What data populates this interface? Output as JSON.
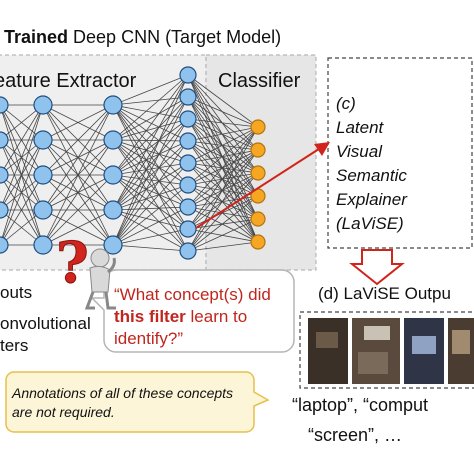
{
  "title": {
    "prefix": ". Trained",
    "rest": " Deep CNN (Target Model)"
  },
  "feature_extractor": {
    "label": "eature Extractor"
  },
  "classifier": {
    "label": "Classifier"
  },
  "latent": {
    "lines": [
      "(c)",
      "Latent",
      "Visual",
      "Semantic",
      "Explainer",
      "(LaViSE)"
    ]
  },
  "output": {
    "label": "(d) LaViSE Outpu"
  },
  "inputs": {
    "label": "outs"
  },
  "conv": {
    "line1": "onvolutional",
    "line2": "ters"
  },
  "question": {
    "part1": "“What concept(s) did ",
    "bold": "this filter",
    "part2": " learn to identify?”"
  },
  "annotation": {
    "text": "Annotations of all of these concepts are not required."
  },
  "words": {
    "line1": "“laptop”, “comput",
    "line2": "“screen”, …"
  },
  "colors": {
    "node_blue": "#8fc3ee",
    "node_stroke": "#1f4f80",
    "classifier_orange": "#f5a623",
    "arrow_red": "#d0241c",
    "panel_grey": "#ececec",
    "callout_yellow": "#fdf5d8",
    "callout_stroke": "#e6c04a"
  },
  "icons": [
    "question-mark-icon",
    "thinking-person-icon",
    "down-arrow-icon",
    "red-arrow-icon"
  ]
}
